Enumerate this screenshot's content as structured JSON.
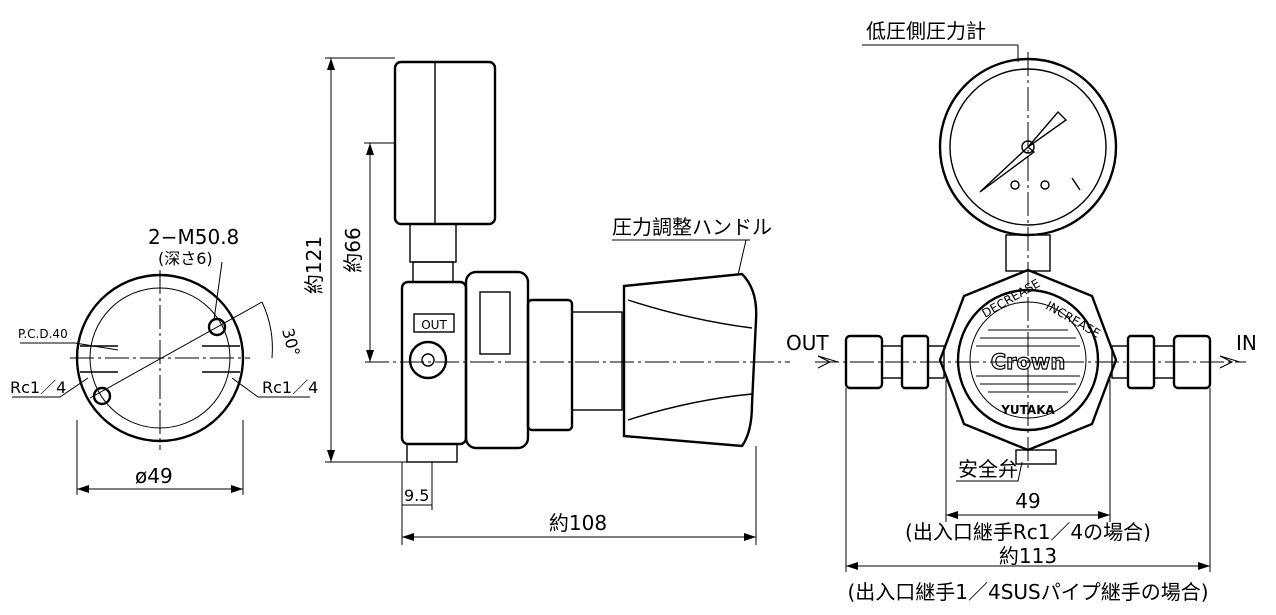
{
  "labels": {
    "holes": "2−M50.8",
    "depth": "(深さ6)",
    "pcd": "P.C.D.40",
    "angle": "30°",
    "port_left": "Rc1／4",
    "port_right": "Rc1／4",
    "dia": "ø49",
    "height_total": "約121",
    "height_gauge": "約66",
    "out_tag": "OUT",
    "handle": "圧力調整ハンドル",
    "width_small": "9.5",
    "length": "約108",
    "gauge": "低圧側圧力計",
    "out": "OUT",
    "in": "IN",
    "brand": "Crown",
    "brand_sub": "YUTAKA",
    "decrease": "DECREASE",
    "increase": "INCREASE",
    "valve": "安全弁",
    "width_49": "49",
    "note_rc": "(出入口継手Rc1／4の場合)",
    "width_113": "約113",
    "note_sus": "(出入口継手1／4SUSパイプ継手の場合)"
  }
}
